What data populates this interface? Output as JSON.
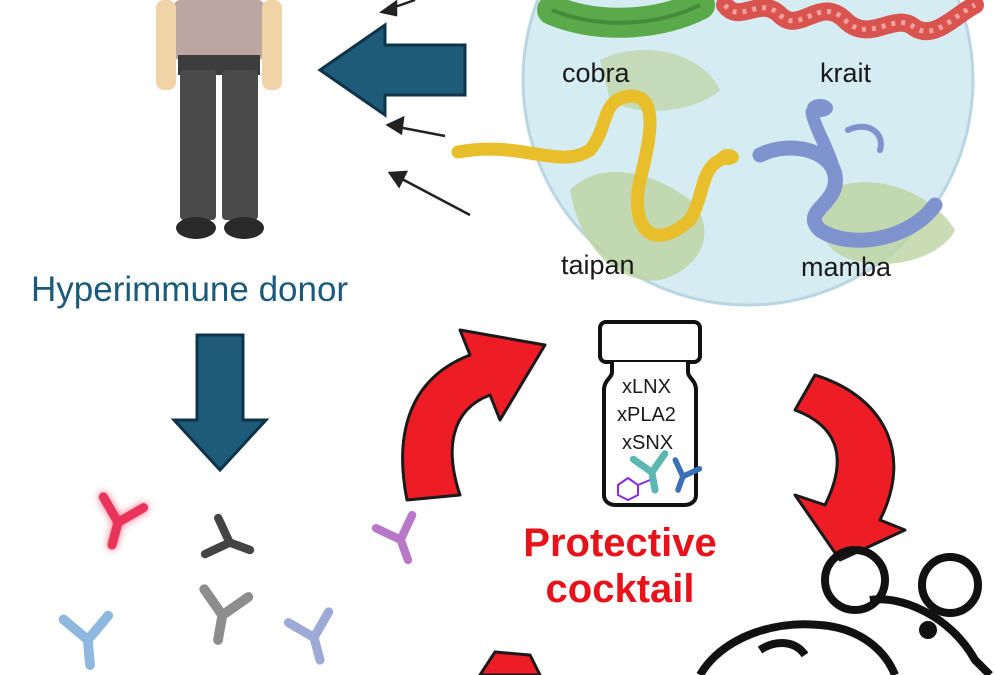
{
  "donor": {
    "label": "Hyperimmune donor"
  },
  "snakes": [
    {
      "name": "cobra",
      "color": "#5aa94a"
    },
    {
      "name": "krait",
      "color": "#d9534f"
    },
    {
      "name": "taipan",
      "color": "#e8bf2a"
    },
    {
      "name": "mamba",
      "color": "#7f93cf"
    }
  ],
  "vial": {
    "items": [
      "xLNX",
      "xPLA2",
      "xSNX"
    ]
  },
  "cocktail": {
    "line1": "Protective",
    "line2": "cocktail"
  },
  "colors": {
    "globe_water": "#d6ecf3",
    "globe_land": "#bcd3a0",
    "blue_arrow": "#1d5b78",
    "red_arrow": "#ee1c24",
    "donor_text": "#1b5a7a"
  },
  "icons": [
    "person-icon",
    "globe-icon",
    "vial-icon",
    "mouse-icon",
    "antibody-icon"
  ]
}
